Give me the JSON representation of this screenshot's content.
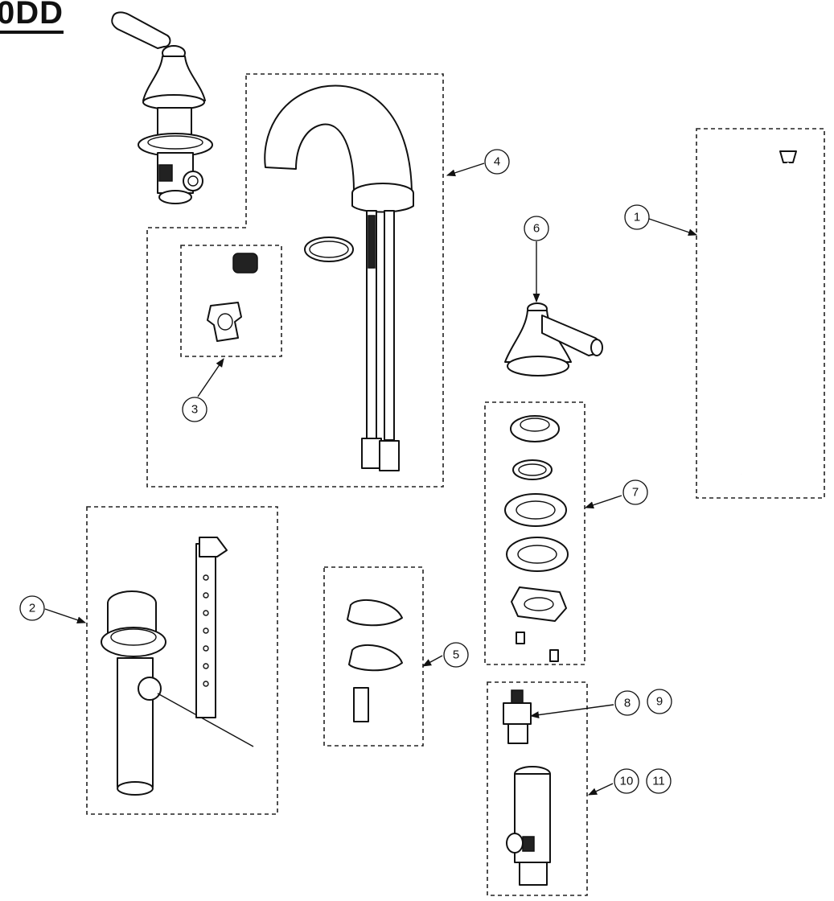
{
  "header": {
    "title": "0DD"
  },
  "callouts": {
    "c1": "1",
    "c2": "2",
    "c3": "3",
    "c4": "4",
    "c5": "5",
    "c6": "6",
    "c7": "7",
    "c8": "8",
    "c9": "9",
    "c10": "10",
    "c11": "11"
  }
}
